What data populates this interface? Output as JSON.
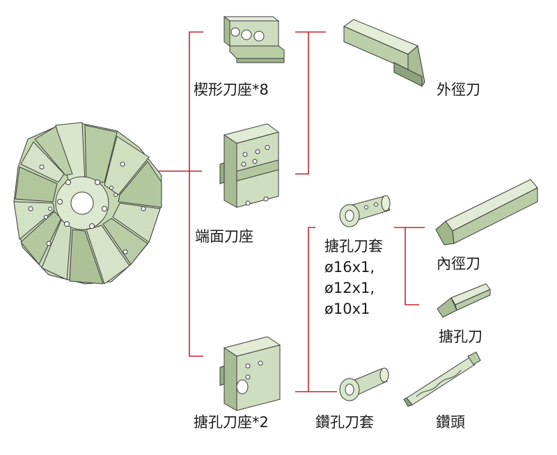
{
  "colors": {
    "connector": "#c0262c",
    "metal_light": "#dce8cf",
    "metal_mid": "#b9cca5",
    "metal_dark": "#8ea37c",
    "outline": "#3a3a3a"
  },
  "labels": {
    "wedge_holder": "楔形刀座*8",
    "face_holder": "端面刀座",
    "boring_holder": "搪孔刀座*2",
    "outer_tool": "外徑刀",
    "inner_tool": "內徑刀",
    "boring_tool": "搪孔刀",
    "drill_sleeve": "鑽孔刀套",
    "drill_bit": "鑽頭",
    "boring_sleeve_title": "搪孔刀套",
    "boring_sleeve_sizes": [
      "ø16x1,",
      "ø12x1,",
      "ø10x1"
    ]
  },
  "icons": {
    "turret": "turret-disk-icon",
    "wedge_holder": "wedge-holder-icon",
    "face_holder": "face-holder-icon",
    "boring_holder": "boring-holder-icon",
    "outer_tool": "outer-diameter-tool-icon",
    "inner_tool": "inner-diameter-tool-icon",
    "boring_tool": "boring-bar-icon",
    "boring_sleeve": "boring-sleeve-icon",
    "drill_sleeve": "drill-sleeve-icon",
    "drill_bit": "drill-bit-icon"
  }
}
